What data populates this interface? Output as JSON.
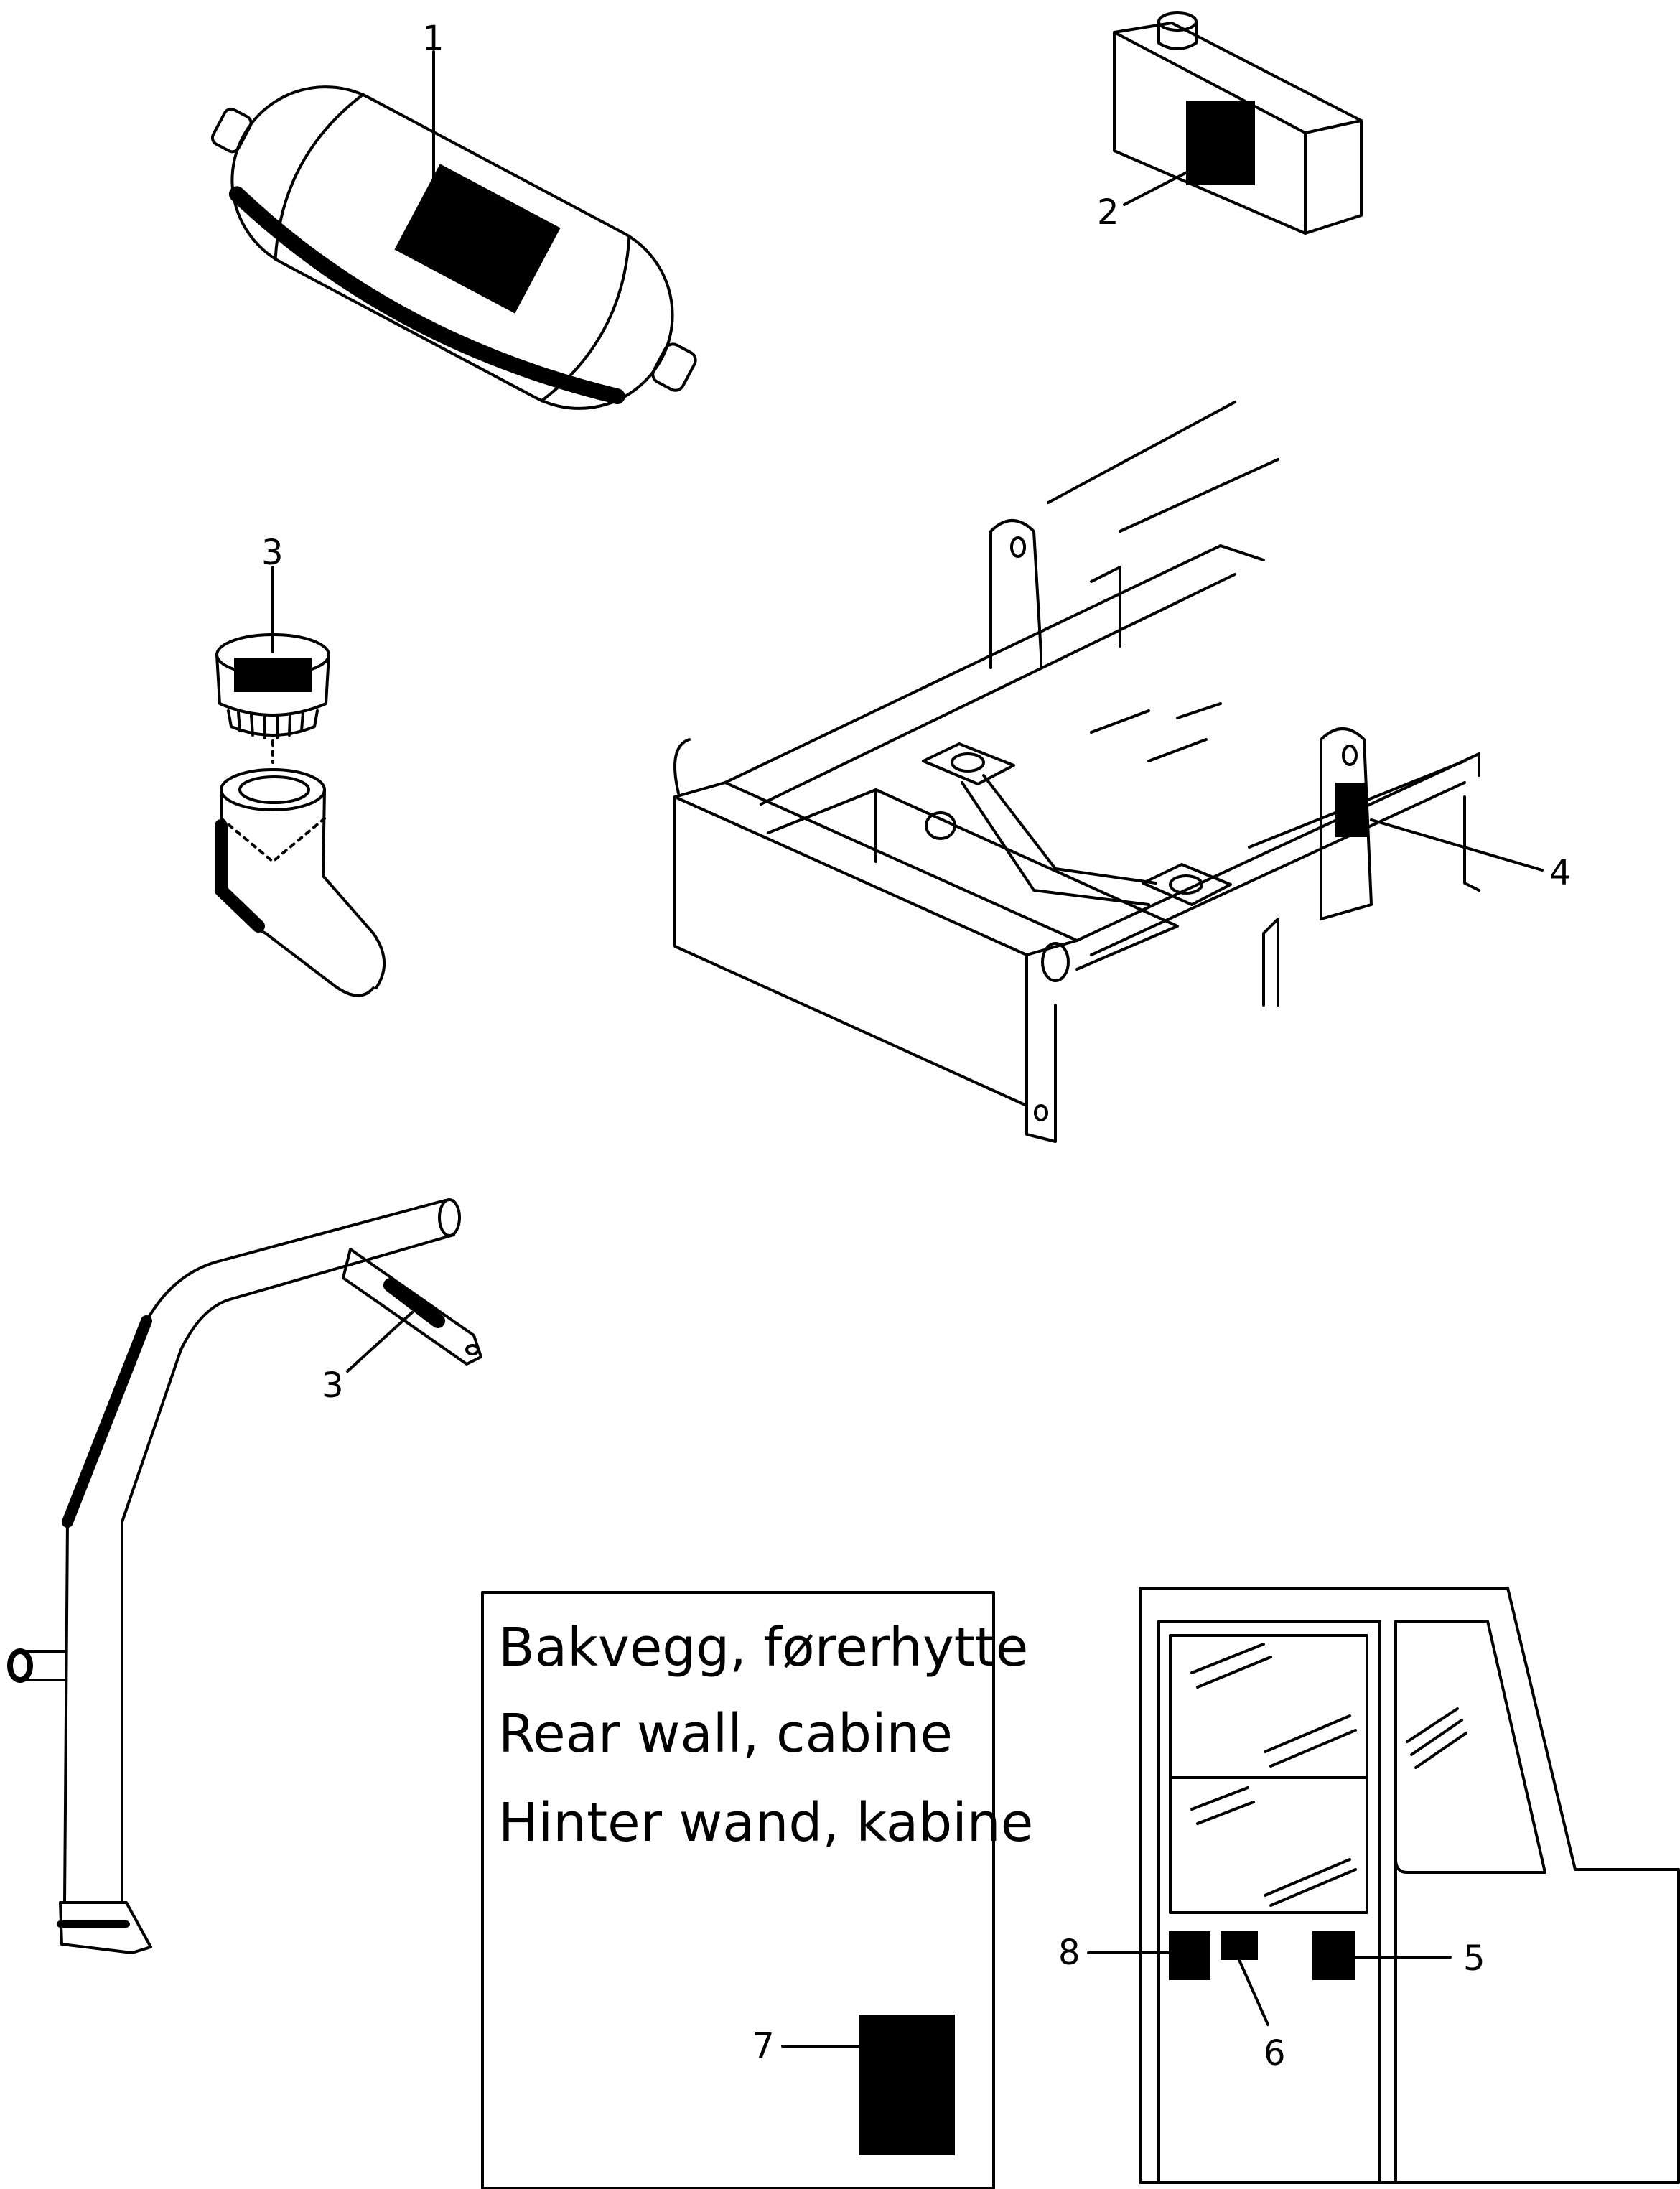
{
  "callouts": {
    "c1": "1",
    "c2": "2",
    "c3a": "3",
    "c3b": "3",
    "c4": "4",
    "c5": "5",
    "c6": "6",
    "c7": "7",
    "c8": "8"
  },
  "panel_text": {
    "line1": "Bakvegg, førerhytte",
    "line2": "Rear wall, cabine",
    "line3": "Hinter wand, kabine"
  },
  "colors": {
    "ink": "#000000",
    "paper": "#ffffff",
    "decal": "#000000"
  }
}
